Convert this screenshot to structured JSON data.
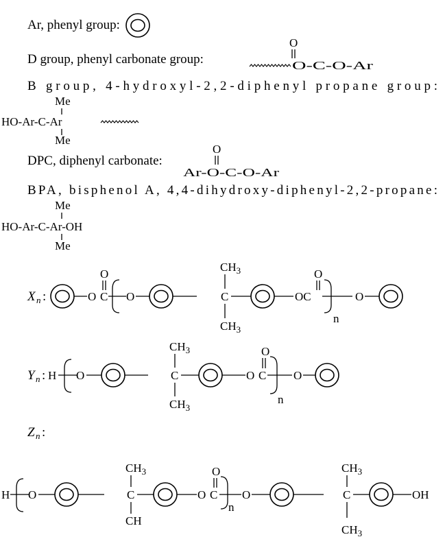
{
  "definitions": [
    {
      "label": "Ar, phenyl group:"
    },
    {
      "label": "D group, phenyl carbonate group:",
      "formula": {
        "carbonyl_o": "O",
        "chain": "O-C-O-Ar"
      }
    },
    {
      "label": "B group, 4-hydroxyl-2,2-diphenyl propane group:",
      "formula": {
        "top": "Me",
        "chain": "HO-Ar-C-Ar",
        "bottom": "Me"
      }
    },
    {
      "label": "DPC, diphenyl carbonate:",
      "formula": {
        "carbonyl_o": "O",
        "chain": "Ar-O-C-O-Ar"
      }
    },
    {
      "label": "BPA, bisphenol A, 4,4-dihydroxy-diphenyl-2,2-propane:",
      "formula": {
        "top": "Me",
        "chain": "HO-Ar-C-Ar-OH",
        "bottom": "Me"
      }
    }
  ],
  "structures": {
    "xn": {
      "symbol": "X",
      "subscript": "n",
      "colon": ":",
      "o_left": "O",
      "c_left": "C",
      "carbonyl_left": "O",
      "o_chain": "O",
      "c_mid": "C",
      "ch3_top": "CH",
      "ch3_bottom": "CH",
      "three": "3",
      "o_c_right": "OC",
      "carbonyl_right": "O",
      "o_end": "O",
      "repeat": "n"
    },
    "yn": {
      "symbol": "Y",
      "subscript": "n",
      "colon": ":",
      "h": "H",
      "o_chain": "O",
      "c_mid": "C",
      "ch3_top": "CH",
      "ch3_bottom": "CH",
      "three": "3",
      "o_right": "O",
      "c_right": "C",
      "carbonyl_right": "O",
      "o_end": "O",
      "repeat": "n"
    },
    "zn": {
      "symbol": "Z",
      "subscript": "n",
      "colon": ":",
      "h": "H",
      "o_chain": "O",
      "c_mid": "C",
      "ch3_top": "CH",
      "ch_bottom": "CH",
      "three": "3",
      "o_right": "O",
      "c_right": "C",
      "carbonyl_right": "O",
      "repeat": "n",
      "o_next": "O",
      "c2": "C",
      "ch3_top2": "CH",
      "ch3_bottom2": "CH",
      "oh": "OH"
    }
  }
}
